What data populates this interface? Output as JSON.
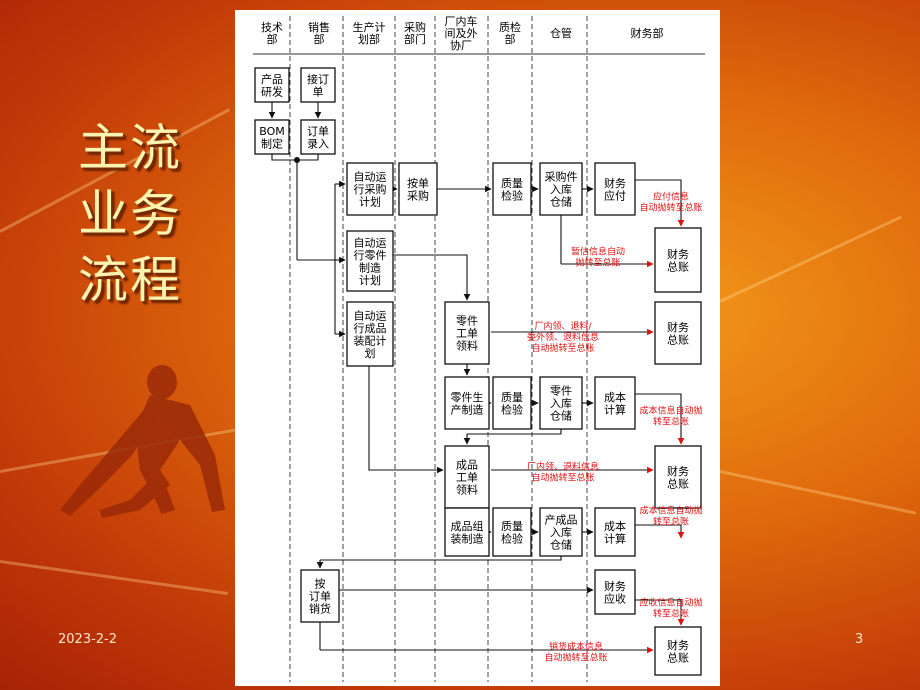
{
  "side_title": [
    "主流",
    "业务",
    "流程"
  ],
  "footer": {
    "date": "2023-2-2",
    "page": "3"
  },
  "lanes": [
    [
      "技术",
      "部"
    ],
    [
      "销售",
      "部"
    ],
    [
      "生产计",
      "划部"
    ],
    [
      "采购",
      "部门"
    ],
    [
      "厂内车",
      "间及外",
      "协厂"
    ],
    [
      "质检",
      "部"
    ],
    [
      "仓管"
    ],
    [
      "财务部"
    ]
  ],
  "boxes": [
    {
      "id": "rnd",
      "lines": [
        "产品",
        "研发"
      ]
    },
    {
      "id": "bom",
      "lines": [
        "BOM",
        "制定"
      ]
    },
    {
      "id": "order-recv",
      "lines": [
        "接订",
        "单"
      ]
    },
    {
      "id": "order-entry",
      "lines": [
        "订单",
        "录入"
      ]
    },
    {
      "id": "auto-purchase",
      "lines": [
        "自动运",
        "行采购",
        "计划"
      ]
    },
    {
      "id": "auto-parts",
      "lines": [
        "自动运",
        "行零件",
        "制造",
        "计划"
      ]
    },
    {
      "id": "auto-assembly",
      "lines": [
        "自动运",
        "行成品",
        "装配计",
        "划"
      ]
    },
    {
      "id": "buy-by-order",
      "lines": [
        "按单",
        "采购"
      ]
    },
    {
      "id": "qc-1",
      "lines": [
        "质量",
        "检验"
      ]
    },
    {
      "id": "stock-purchase",
      "lines": [
        "采购件",
        "入库",
        "仓储"
      ]
    },
    {
      "id": "ap",
      "lines": [
        "财务",
        "应付"
      ]
    },
    {
      "id": "ledger-1",
      "lines": [
        "财务",
        "总账"
      ]
    },
    {
      "id": "parts-pick",
      "lines": [
        "零件",
        "工单",
        "领料"
      ]
    },
    {
      "id": "ledger-2",
      "lines": [
        "财务",
        "总账"
      ]
    },
    {
      "id": "parts-make",
      "lines": [
        "零件生",
        "产制造"
      ]
    },
    {
      "id": "qc-2",
      "lines": [
        "质量",
        "检验"
      ]
    },
    {
      "id": "stock-parts",
      "lines": [
        "零件",
        "入库",
        "仓储"
      ]
    },
    {
      "id": "cost-1",
      "lines": [
        "成本",
        "计算"
      ]
    },
    {
      "id": "fg-pick",
      "lines": [
        "成品",
        "工单",
        "领料"
      ]
    },
    {
      "id": "ledger-3",
      "lines": [
        "财务",
        "总账"
      ]
    },
    {
      "id": "fg-assemble",
      "lines": [
        "成品组",
        "装制造"
      ]
    },
    {
      "id": "qc-3",
      "lines": [
        "质量",
        "检验"
      ]
    },
    {
      "id": "stock-fg",
      "lines": [
        "产成品",
        "入库",
        "仓储"
      ]
    },
    {
      "id": "cost-2",
      "lines": [
        "成本",
        "计算"
      ]
    },
    {
      "id": "ship-by-order",
      "lines": [
        "按",
        "订单",
        "销货"
      ]
    },
    {
      "id": "ar",
      "lines": [
        "财务",
        "应收"
      ]
    },
    {
      "id": "ledger-4",
      "lines": [
        "财务",
        "总账"
      ]
    }
  ],
  "notes": [
    {
      "id": "ap-info",
      "lines": [
        "应付信息",
        "自动抛转至总账"
      ]
    },
    {
      "id": "est-info",
      "lines": [
        "暂估信息自动",
        "抛转至总账"
      ]
    },
    {
      "id": "parts-pick-info",
      "lines": [
        "厂内领、退料/",
        "委外领、退料信息",
        "自动抛转至总账"
      ]
    },
    {
      "id": "cost-info-1",
      "lines": [
        "成本信息自动抛",
        "转至总账"
      ]
    },
    {
      "id": "fg-pick-info",
      "lines": [
        "厂内领、退料信息",
        "自动抛转至总账"
      ]
    },
    {
      "id": "cost-info-2",
      "lines": [
        "成本信息自动抛",
        "转至总账"
      ]
    },
    {
      "id": "ar-info",
      "lines": [
        "应收信息自动抛",
        "转至总账"
      ]
    },
    {
      "id": "sales-cost-info",
      "lines": [
        "销货成本信息",
        "自动抛转至总账"
      ]
    }
  ],
  "colors": {
    "background": "#e06a0c",
    "title": "#fff3b0",
    "note_text": "#e01010",
    "paper": "#ffffff"
  }
}
